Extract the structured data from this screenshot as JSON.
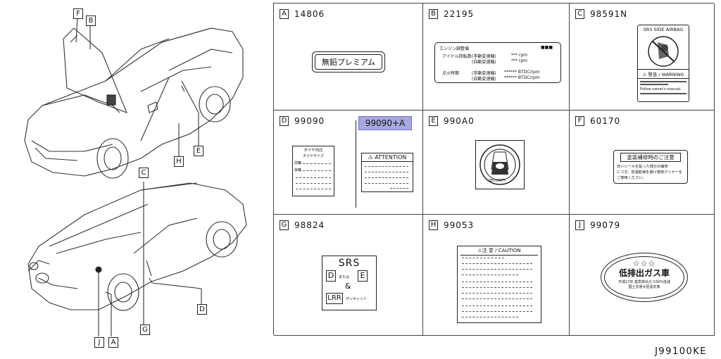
{
  "callouts": {
    "F": "F",
    "B": "B",
    "H": "H",
    "E": "E",
    "C": "C",
    "D": "D",
    "G": "G",
    "J": "J",
    "A": "A"
  },
  "cells": [
    {
      "letter": "A",
      "number": "14806"
    },
    {
      "letter": "B",
      "number": "22195"
    },
    {
      "letter": "C",
      "number": "98591N"
    },
    {
      "letter": "D",
      "number": "99090",
      "alt": "99090+A"
    },
    {
      "letter": "E",
      "number": "990A0"
    },
    {
      "letter": "F",
      "number": "60170"
    },
    {
      "letter": "G",
      "number": "98824"
    },
    {
      "letter": "H",
      "number": "99053"
    },
    {
      "letter": "J",
      "number": "99079"
    }
  ],
  "labels": {
    "a_text": "無鉛プレミアム",
    "b_title": "エンジン調整値",
    "b_idle": "アイドル回転数",
    "b_row1a": "(手動変速機)",
    "b_row1b": "(自動変速機)",
    "b_ign": "点火時期",
    "b_rpm": "*** rpm",
    "b_btdc": "****** BTDC/rpm",
    "c_title": "SRS SIDE AIRBAG",
    "c_warn": "⚠ 警告 / WARNING",
    "c_note": "Follow owner's manual.",
    "d_tire_title": "タイヤ内圧",
    "d_tire_size": "タイヤサイズ",
    "d_tire_front": "前輪",
    "d_tire_rear": "後輪",
    "d_attention": "⚠ ATTENTION",
    "e_security": "SECURITY",
    "f_title": "塗装補修時のご注意",
    "f_line1": "赤いシールを貼った部分の補修",
    "f_line2": "につき、低温乾燥を避け専用クリヤーを",
    "f_line3": "ご使用ください。",
    "g_srs": "SRS",
    "g_d": "D",
    "g_mataha": "または",
    "g_e": "E",
    "g_amp": "&",
    "g_lrr": "LRR",
    "g_sankyaku": "ザンキャット",
    "h_caution": "⚠注 意 / CAUTION",
    "j_stars": "☆☆☆",
    "j_title": "低排出ガス車",
    "j_line1": "平成17年 基準排出ガス50%低減",
    "j_line2": "国土交通大臣認定車"
  },
  "footer": "J99100KE"
}
